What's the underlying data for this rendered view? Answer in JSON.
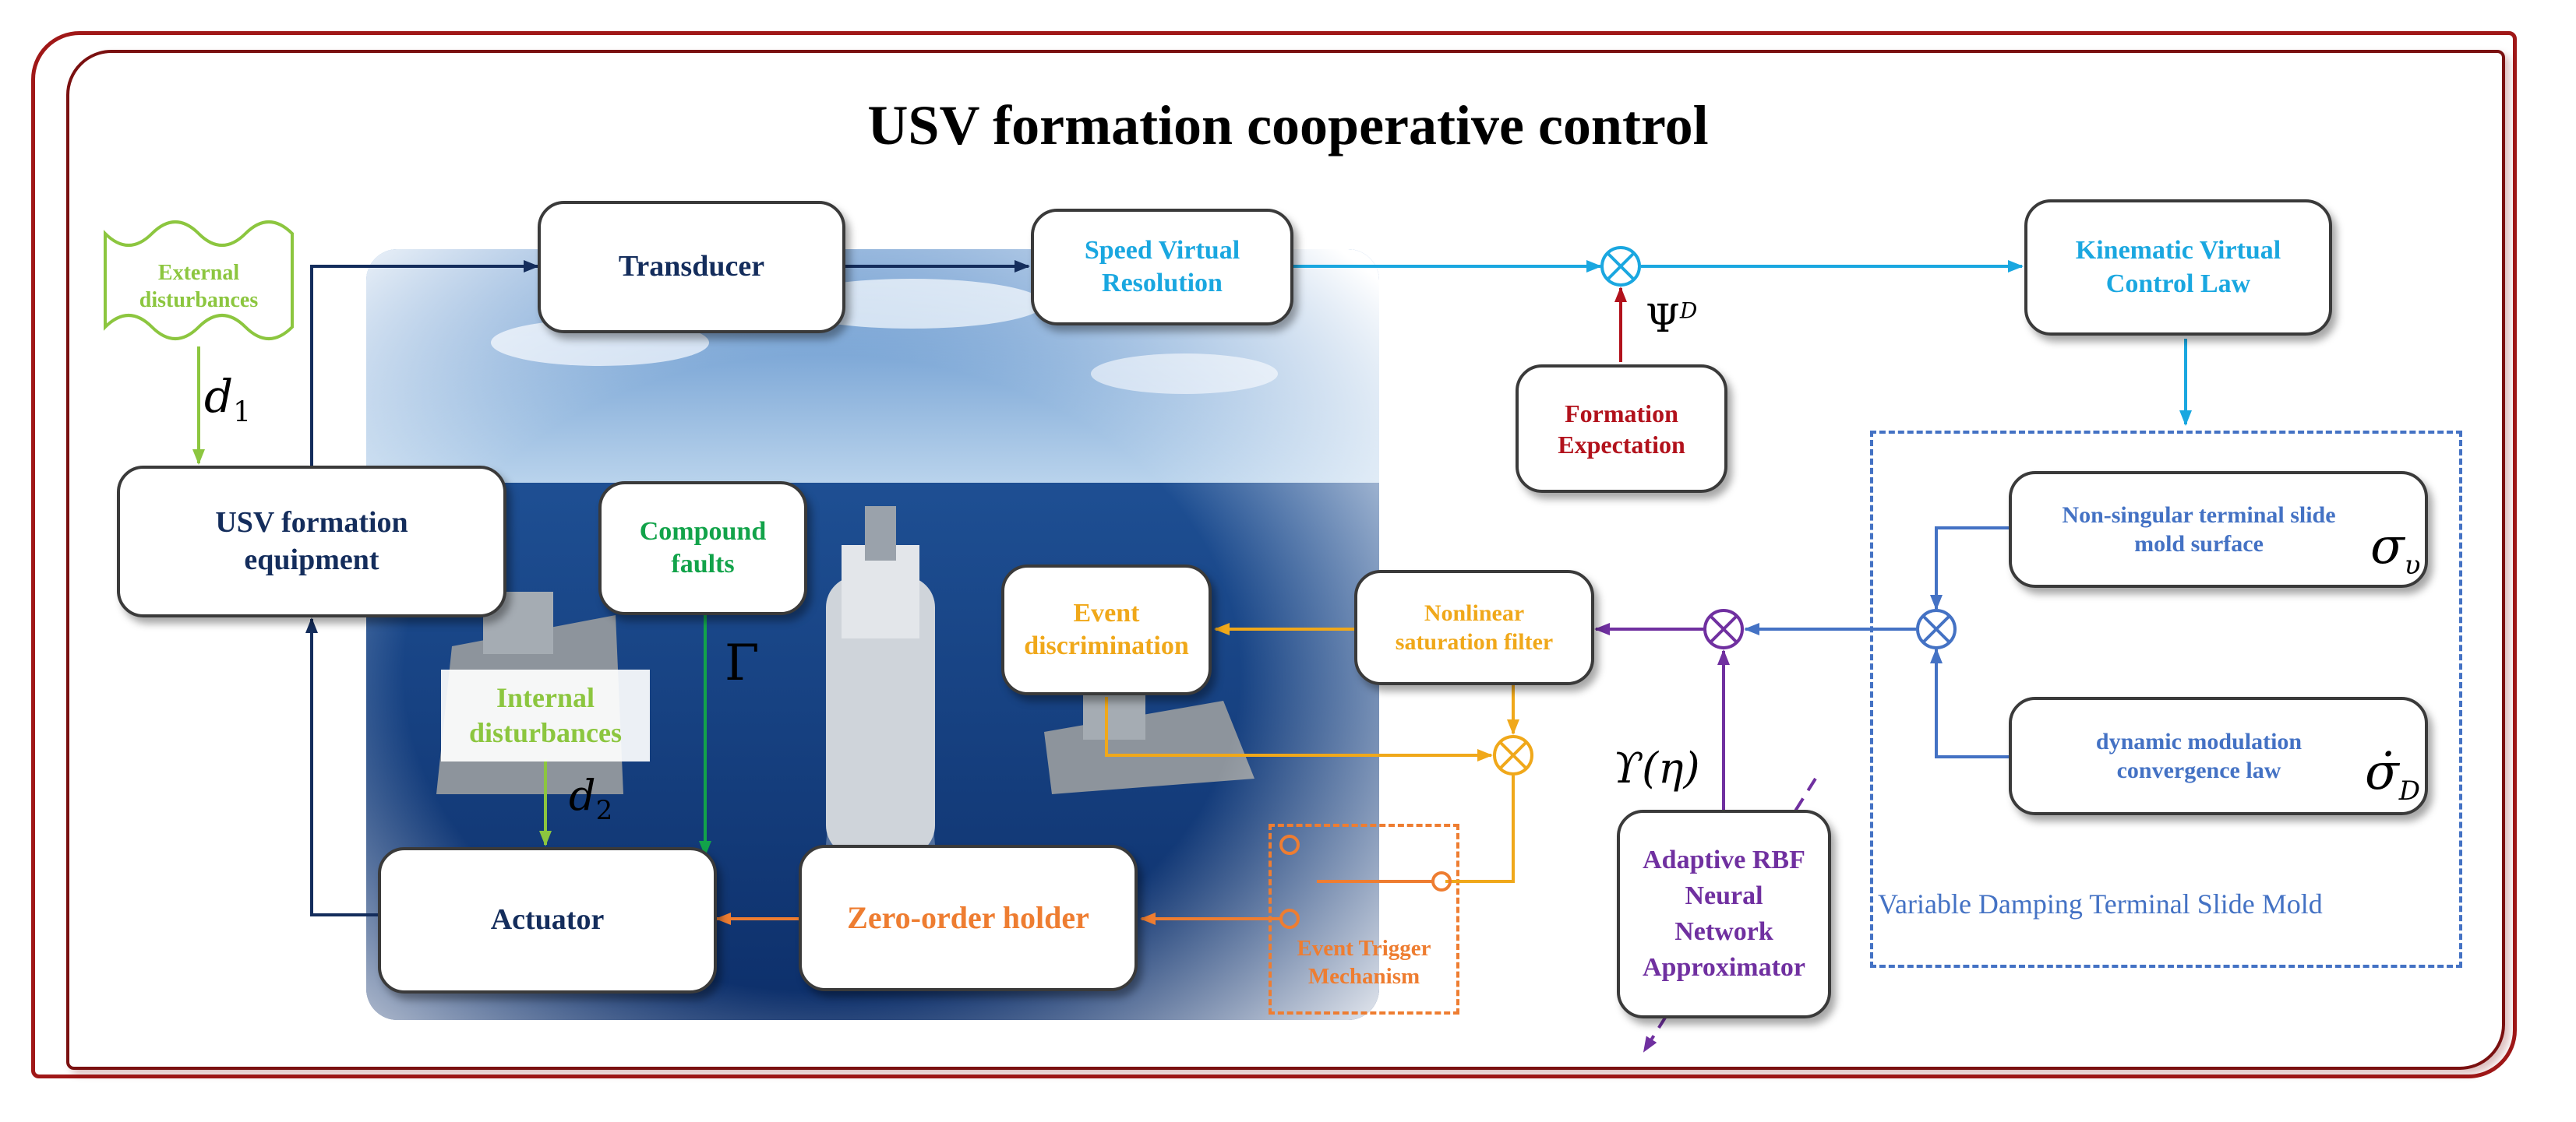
{
  "title": "USV formation cooperative control",
  "colors": {
    "navy": "#142d5c",
    "sky_blue": "#1aa7e0",
    "red": "#b2121c",
    "yellow": "#f0a81a",
    "green": "#12a34a",
    "lime": "#8cc63f",
    "orange": "#ee7d31",
    "purple": "#7030a0",
    "steel_blue": "#4472c4",
    "frame": "#a01818"
  },
  "nodes": {
    "external_disturbances": [
      "External",
      "disturbances"
    ],
    "transducer": "Transducer",
    "speed_virtual_resolution": [
      "Speed Virtual",
      "Resolution"
    ],
    "kinematic_virtual_control_law": [
      "Kinematic Virtual",
      "Control Law"
    ],
    "formation_expectation": [
      "Formation",
      "Expectation"
    ],
    "usv_formation_equipment": [
      "USV formation",
      "equipment"
    ],
    "compound_faults": [
      "Compound",
      "faults"
    ],
    "event_discrimination": [
      "Event",
      "discrimination"
    ],
    "nonlinear_saturation_filter": [
      "Nonlinear",
      "saturation filter"
    ],
    "non_singular_surface": [
      "Non-singular terminal slide",
      "mold surface"
    ],
    "dynamic_modulation": [
      "dynamic modulation",
      "convergence law"
    ],
    "internal_disturbances": [
      "Internal",
      "disturbances"
    ],
    "actuator": "Actuator",
    "zero_order_holder": "Zero-order holder",
    "event_trigger_mechanism": [
      "Event Trigger",
      "Mechanism"
    ],
    "adaptive_rbf": [
      "Adaptive RBF",
      "Neural",
      "Network",
      "Approximator"
    ],
    "variable_damping": "Variable Damping Terminal Slide Mold"
  },
  "symbols": {
    "d1": "d",
    "d1_sub": "1",
    "d2": "d",
    "d2_sub": "2",
    "psi": "Ψ",
    "psi_sup": "D",
    "gamma": "Γ",
    "upsilon": "ϒ(η)",
    "sigma_v": "σ",
    "sigma_v_sub": "υ",
    "sigma_d": "σ̇",
    "sigma_d_sub": "D"
  }
}
